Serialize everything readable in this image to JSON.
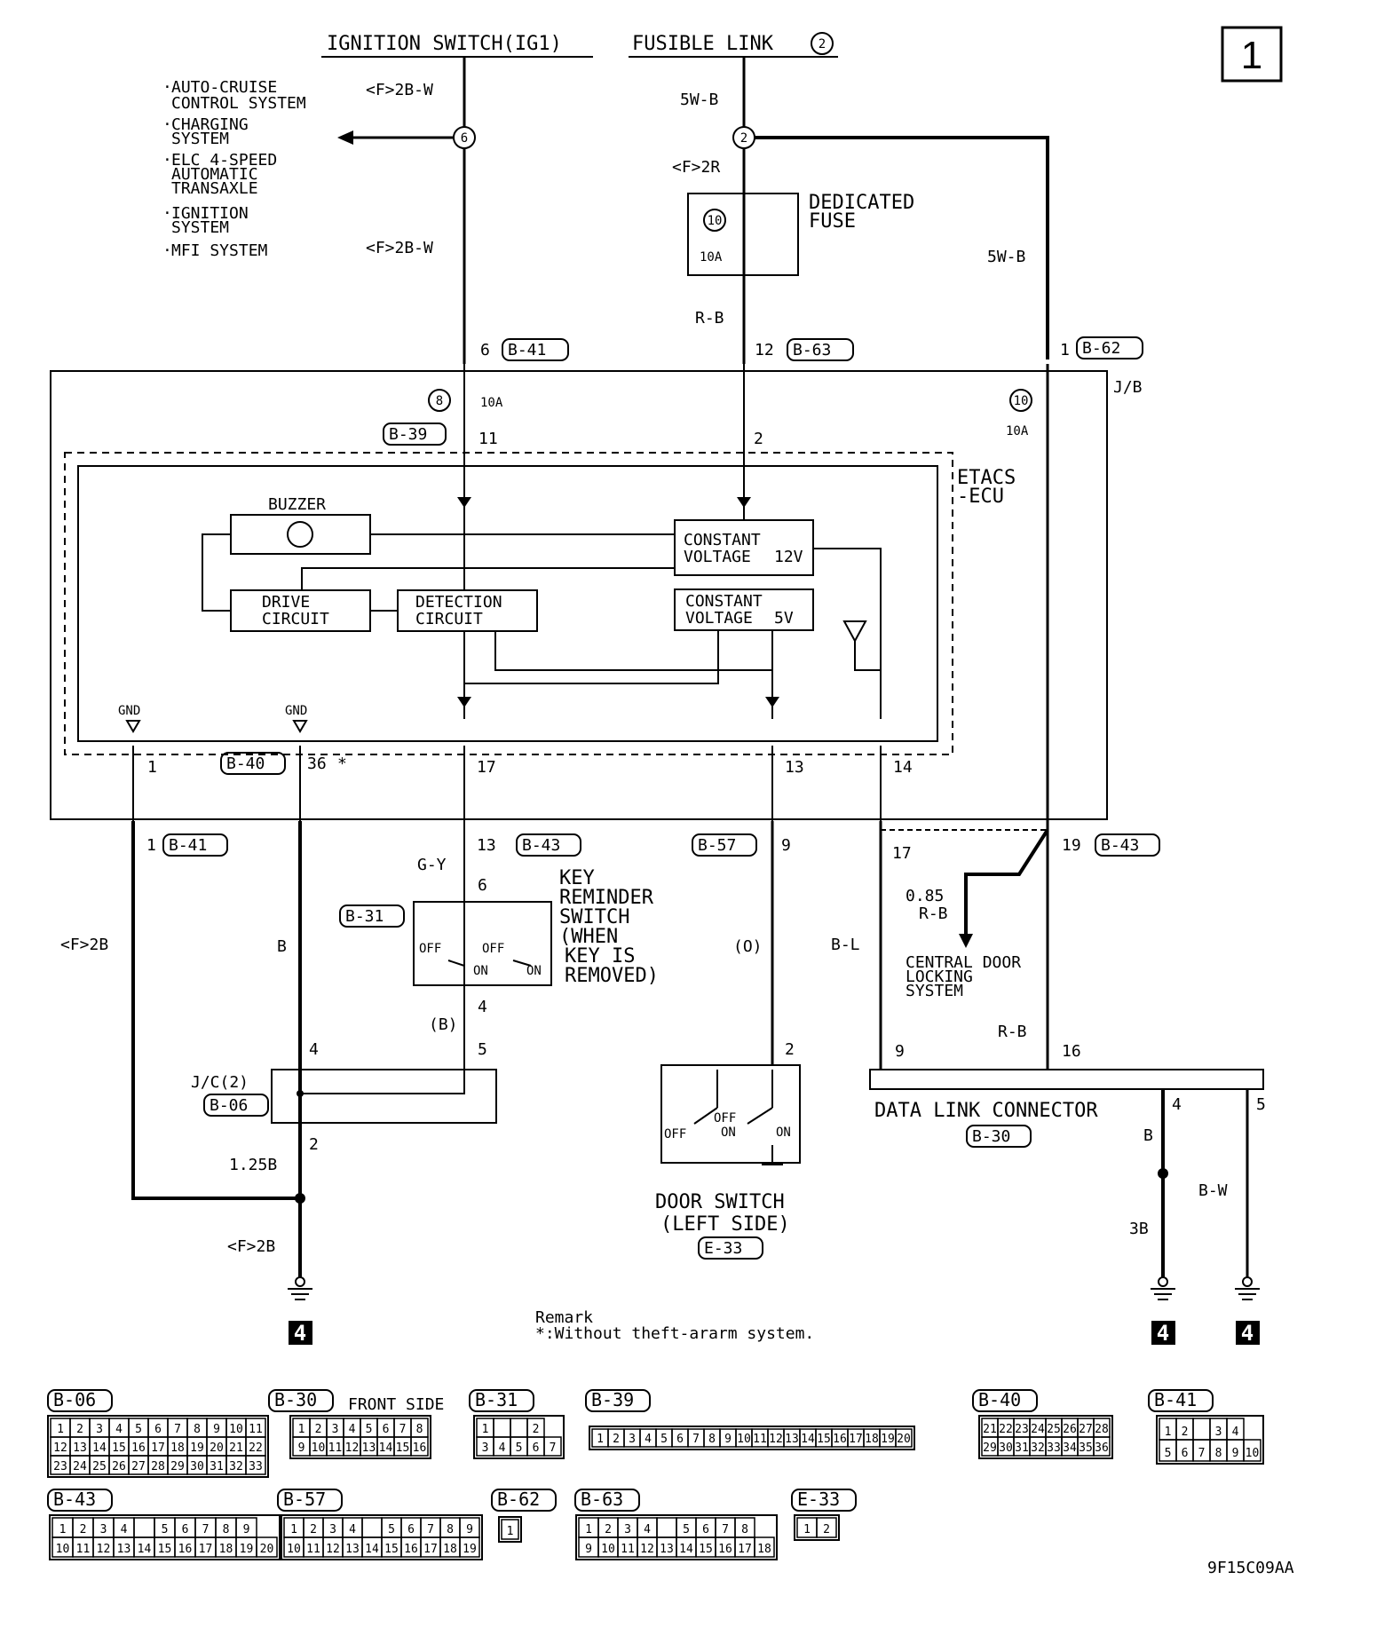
{
  "page_number": "1",
  "diagram_id": "9F15C09AA",
  "sources": {
    "ignition": "IGNITION SWITCH(IG1)",
    "fusible": "FUSIBLE LINK",
    "fusible_no": "2"
  },
  "side_systems": [
    "AUTO-CRUISE",
    "CONTROL SYSTEM",
    "CHARGING",
    "SYSTEM",
    "ELC 4-SPEED",
    "AUTOMATIC",
    "TRANSAXLE",
    "IGNITION",
    "SYSTEM",
    "MFI SYSTEM"
  ],
  "wire_labels": {
    "f2bw_top": "<F>2B-W",
    "f2bw_mid": "<F>2B-W",
    "w5b_top": "5W-B",
    "f2r": "<F>2R",
    "w5b_right": "5W-B",
    "rb_mid": "R-B",
    "f2b_left": "<F>2B",
    "b_gnd": "B",
    "gy": "G-Y",
    "b_paren": "(B)",
    "o_paren": "(O)",
    "bl": "B-L",
    "rb_dlc": "R-B",
    "r085": "0.85",
    "r085b": "R-B",
    "b125": "1.25B",
    "f2b_bottom": "<F>2B",
    "b_right": "B",
    "b3": "3B",
    "bw": "B-W"
  },
  "splices": {
    "ig": "6",
    "fl": "2"
  },
  "fuses": {
    "dedicated_no": "10",
    "dedicated_amp": "10A",
    "dedicated_name": "DEDICATED",
    "dedicated_name2": "FUSE",
    "jb_left_no": "8",
    "jb_left_amp": "10A",
    "jb_right_no": "10",
    "jb_right_amp": "10A"
  },
  "connectors": {
    "b41_top": "B-41",
    "b63": "B-63",
    "b62": "B-62",
    "b39": "B-39",
    "b40": "B-40",
    "b41_bot": "B-41",
    "b43_left": "B-43",
    "b57": "B-57",
    "b43_right": "B-43",
    "b31": "B-31",
    "b06": "B-06",
    "b30": "B-30",
    "e33": "E-33"
  },
  "pins": {
    "p6": "6",
    "p12": "12",
    "p1": "1",
    "p11": "11",
    "p2": "2",
    "p1jb": "1",
    "p36": "36",
    "p17": "17",
    "p13": "13",
    "p14": "14",
    "p1b41": "1",
    "p13b43": "13",
    "p9": "9",
    "p17b": "17",
    "p19": "19",
    "p6sw": "6",
    "p4sw": "4",
    "p4jc": "4",
    "p5jc": "5",
    "p2jc": "2",
    "p2door": "2",
    "p9dlc": "9",
    "p16dlc": "16",
    "p4dlc": "4",
    "p5dlc": "5"
  },
  "star": "*",
  "jb": "J/B",
  "ecu": {
    "name1": "ETACS",
    "name2": "-ECU"
  },
  "ecu_blocks": {
    "buzzer": "BUZZER",
    "drive1": "DRIVE",
    "drive2": "CIRCUIT",
    "detect1": "DETECTION",
    "detect2": "CIRCUIT",
    "cv12a": "CONSTANT",
    "cv12b": "VOLTAGE",
    "cv12c": "12V",
    "cv5a": "CONSTANT",
    "cv5b": "VOLTAGE",
    "cv5c": "5V",
    "gnd1": "GND",
    "gnd2": "GND"
  },
  "key_switch": [
    "KEY",
    "REMINDER",
    "SWITCH",
    "(WHEN",
    "KEY IS",
    "REMOVED)"
  ],
  "switch_states": {
    "off": "OFF",
    "on": "ON"
  },
  "jc": "J/C(2)",
  "door_switch": [
    "DOOR SWITCH",
    "(LEFT SIDE)"
  ],
  "dlc": "DATA LINK CONNECTOR",
  "central": [
    "CENTRAL DOOR",
    "LOCKING",
    "SYSTEM"
  ],
  "ground_ref": "4",
  "remark": [
    "Remark",
    "*:Without theft-ararm system."
  ],
  "front_side": "FRONT SIDE",
  "connector_faces": {
    "b06": [
      [
        "1",
        "2",
        "3",
        "4",
        "5",
        "6",
        "7",
        "8",
        "9",
        "10",
        "11"
      ],
      [
        "12",
        "13",
        "14",
        "15",
        "16",
        "17",
        "18",
        "19",
        "20",
        "21",
        "22"
      ],
      [
        "23",
        "24",
        "25",
        "26",
        "27",
        "28",
        "29",
        "30",
        "31",
        "32",
        "33"
      ]
    ],
    "b30": [
      [
        "1",
        "2",
        "3",
        "4",
        "5",
        "6",
        "7",
        "8"
      ],
      [
        "9",
        "10",
        "11",
        "12",
        "13",
        "14",
        "15",
        "16"
      ]
    ],
    "b31": [
      [
        "1",
        "",
        "",
        "2"
      ],
      [
        "3",
        "4",
        "5",
        "6",
        "7"
      ]
    ],
    "b39": [
      [
        "1",
        "2",
        "3",
        "4",
        "5",
        "6",
        "7",
        "8",
        "9",
        "10",
        "11",
        "12",
        "13",
        "14",
        "15",
        "16",
        "17",
        "18",
        "19",
        "20"
      ]
    ],
    "b40": [
      [
        "21",
        "22",
        "23",
        "24",
        "25",
        "26",
        "27",
        "28"
      ],
      [
        "29",
        "30",
        "31",
        "32",
        "33",
        "34",
        "35",
        "36"
      ]
    ],
    "b41": [
      [
        "1",
        "2",
        "",
        "3",
        "4"
      ],
      [
        "5",
        "6",
        "7",
        "8",
        "9",
        "10"
      ]
    ],
    "b43": [
      [
        "1",
        "2",
        "3",
        "4",
        "",
        "5",
        "6",
        "7",
        "8",
        "9"
      ],
      [
        "10",
        "11",
        "12",
        "13",
        "14",
        "15",
        "16",
        "17",
        "18",
        "19",
        "20"
      ]
    ],
    "b57": [
      [
        "1",
        "2",
        "3",
        "4",
        "",
        "5",
        "6",
        "7",
        "8",
        "9"
      ],
      [
        "10",
        "11",
        "12",
        "13",
        "14",
        "15",
        "16",
        "17",
        "18",
        "19"
      ]
    ],
    "b62": [
      [
        "1"
      ]
    ],
    "b63": [
      [
        "1",
        "2",
        "3",
        "4",
        "",
        "5",
        "6",
        "7",
        "8"
      ],
      [
        "9",
        "10",
        "11",
        "12",
        "13",
        "14",
        "15",
        "16",
        "17",
        "18"
      ]
    ],
    "e33": [
      [
        "1",
        "2"
      ]
    ]
  }
}
